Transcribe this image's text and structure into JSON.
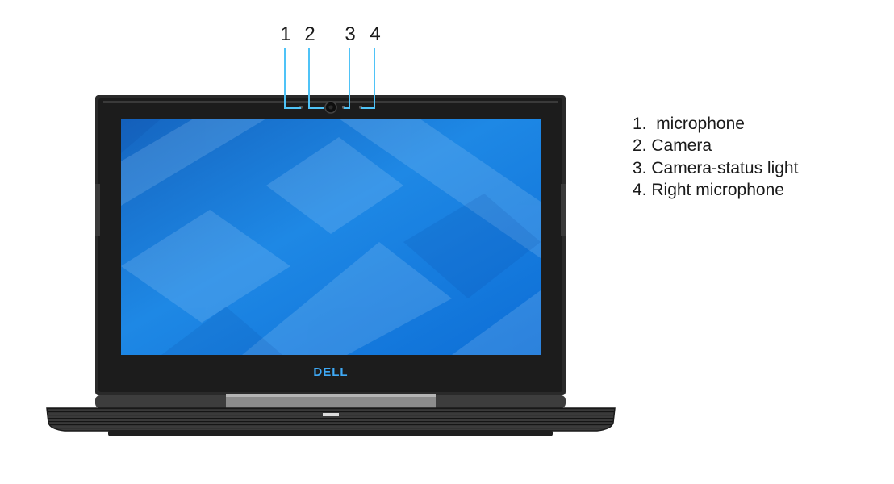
{
  "callouts": [
    "1",
    "2",
    "3",
    "4"
  ],
  "legend": [
    {
      "number": "1.",
      "text": " microphone"
    },
    {
      "number": "2.",
      "text": "Camera"
    },
    {
      "number": "3.",
      "text": "Camera-status light"
    },
    {
      "number": "4.",
      "text": "Right microphone"
    }
  ],
  "logo_text": "DELL",
  "colors": {
    "callout_line": "#4fc3f7",
    "bezel": "#232323",
    "screen_blue": "#1e88e5",
    "logo": "#3fa9f5"
  }
}
